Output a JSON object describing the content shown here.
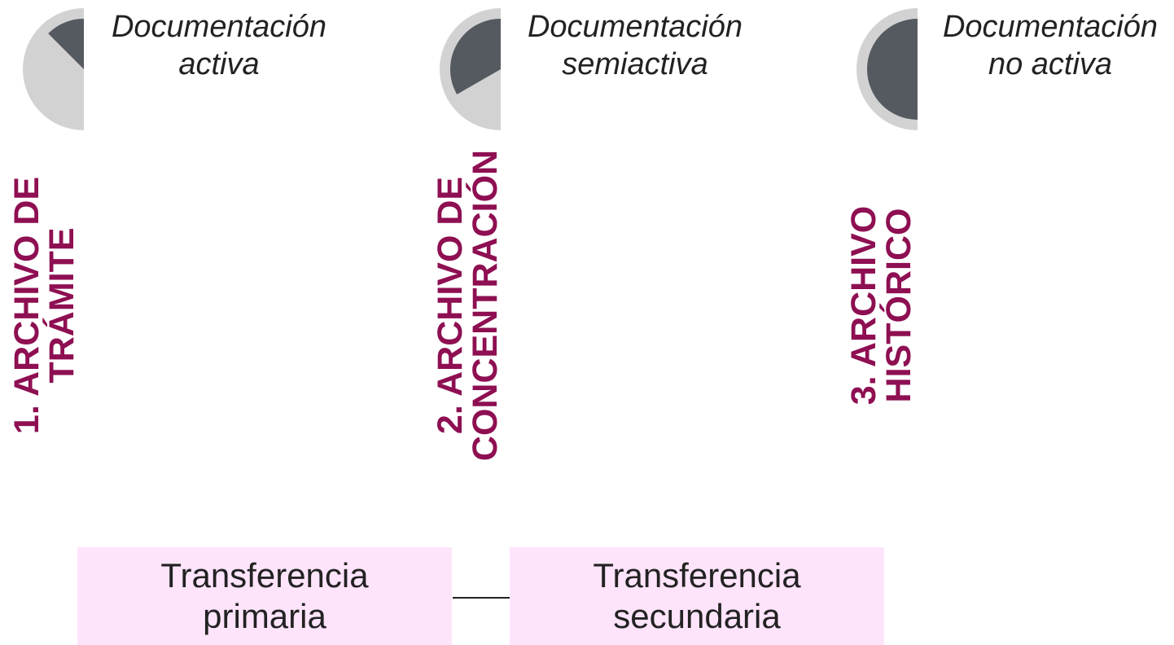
{
  "colors": {
    "circle_light": "#d2d2d2",
    "circle_dark": "#555a60",
    "label_color": "#8e0f52",
    "box_fill": "#fde4fb"
  },
  "stages": [
    {
      "caption_line1": "Documentación",
      "caption_line2": "activa",
      "label_line1": "1. ARCHIVO DE",
      "label_line2": "TRÁMITE",
      "fill_fraction": 0.125
    },
    {
      "caption_line1": "Documentación",
      "caption_line2": "semiactiva",
      "label_line1": "2. ARCHIVO DE",
      "label_line2": "CONCENTRACIÓN",
      "fill_fraction": 0.333
    },
    {
      "caption_line1": "Documentación",
      "caption_line2": "no activa",
      "label_line1": "3. ARCHIVO",
      "label_line2": "HISTÓRICO",
      "fill_fraction": 0.5
    }
  ],
  "transfers": [
    {
      "line1": "Transferencia",
      "line2": "primaria"
    },
    {
      "line1": "Transferencia",
      "line2": "secundaria"
    }
  ]
}
